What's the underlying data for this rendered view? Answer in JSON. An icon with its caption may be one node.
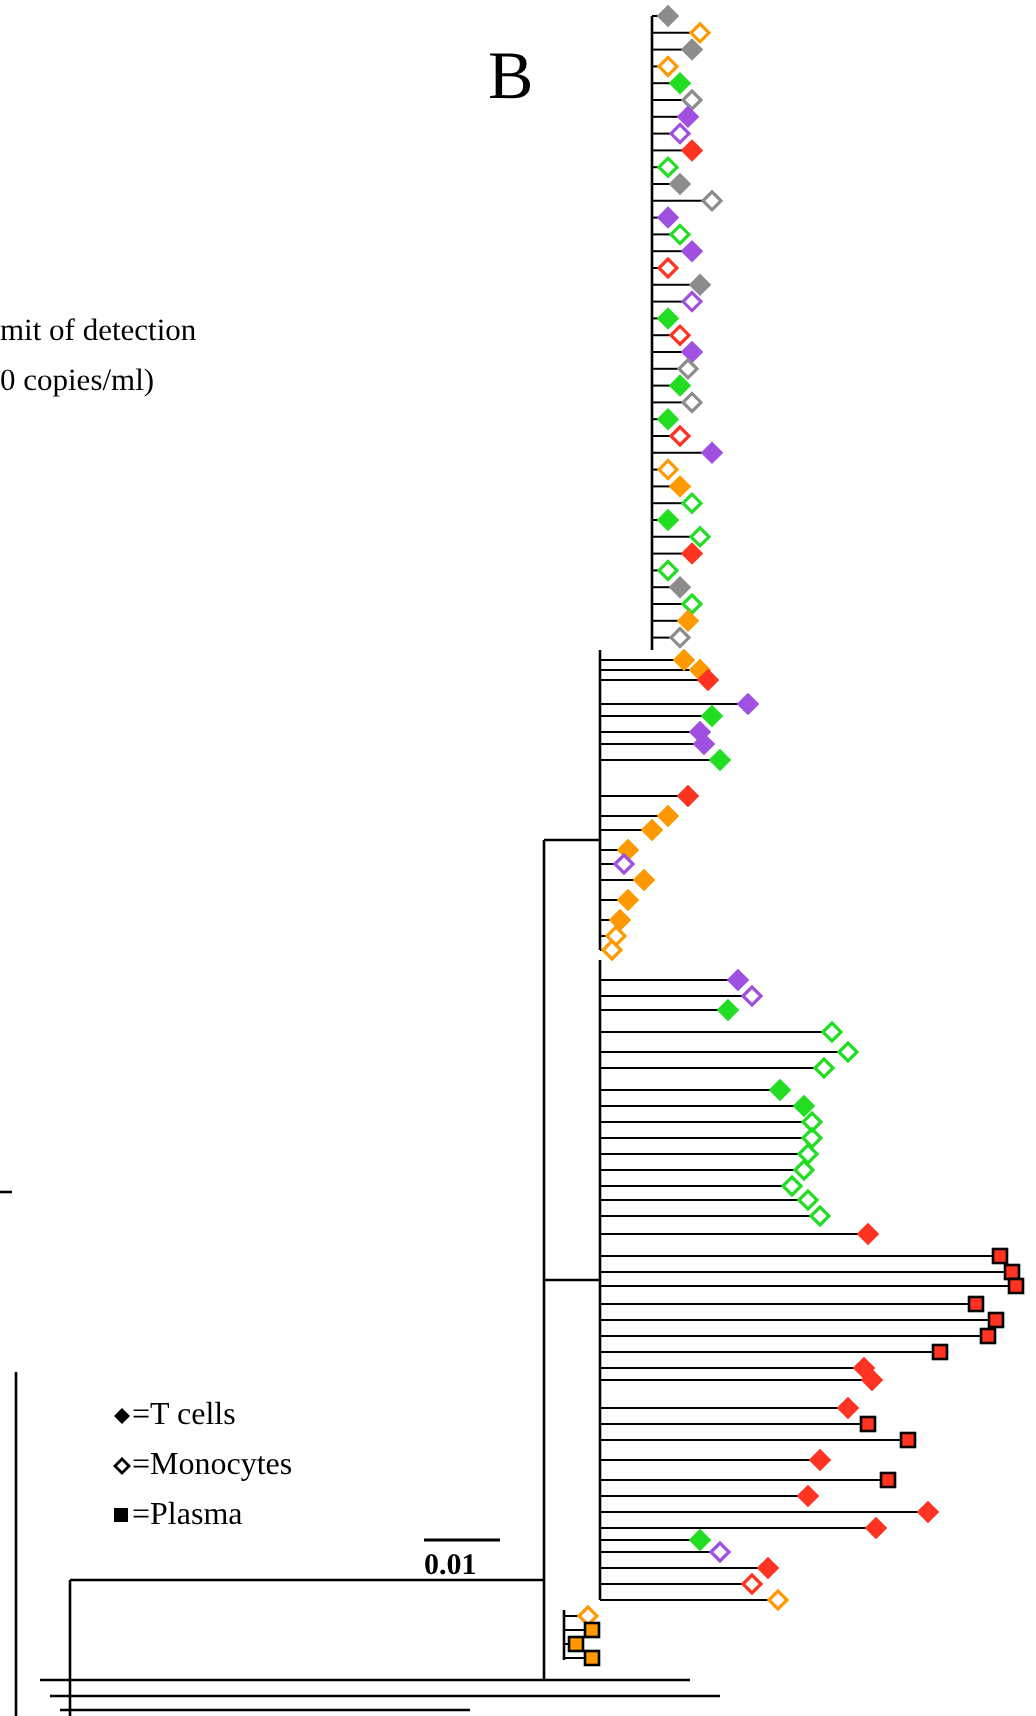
{
  "diagram": {
    "labels": [
      "B",
      "mit of detection",
      "0 copies/ml)",
      "0.01"
    ],
    "legend": [
      {
        "text": "=T cells"
      },
      {
        "text": "=Monocytes"
      },
      {
        "text": "=Plasma"
      }
    ]
  }
}
